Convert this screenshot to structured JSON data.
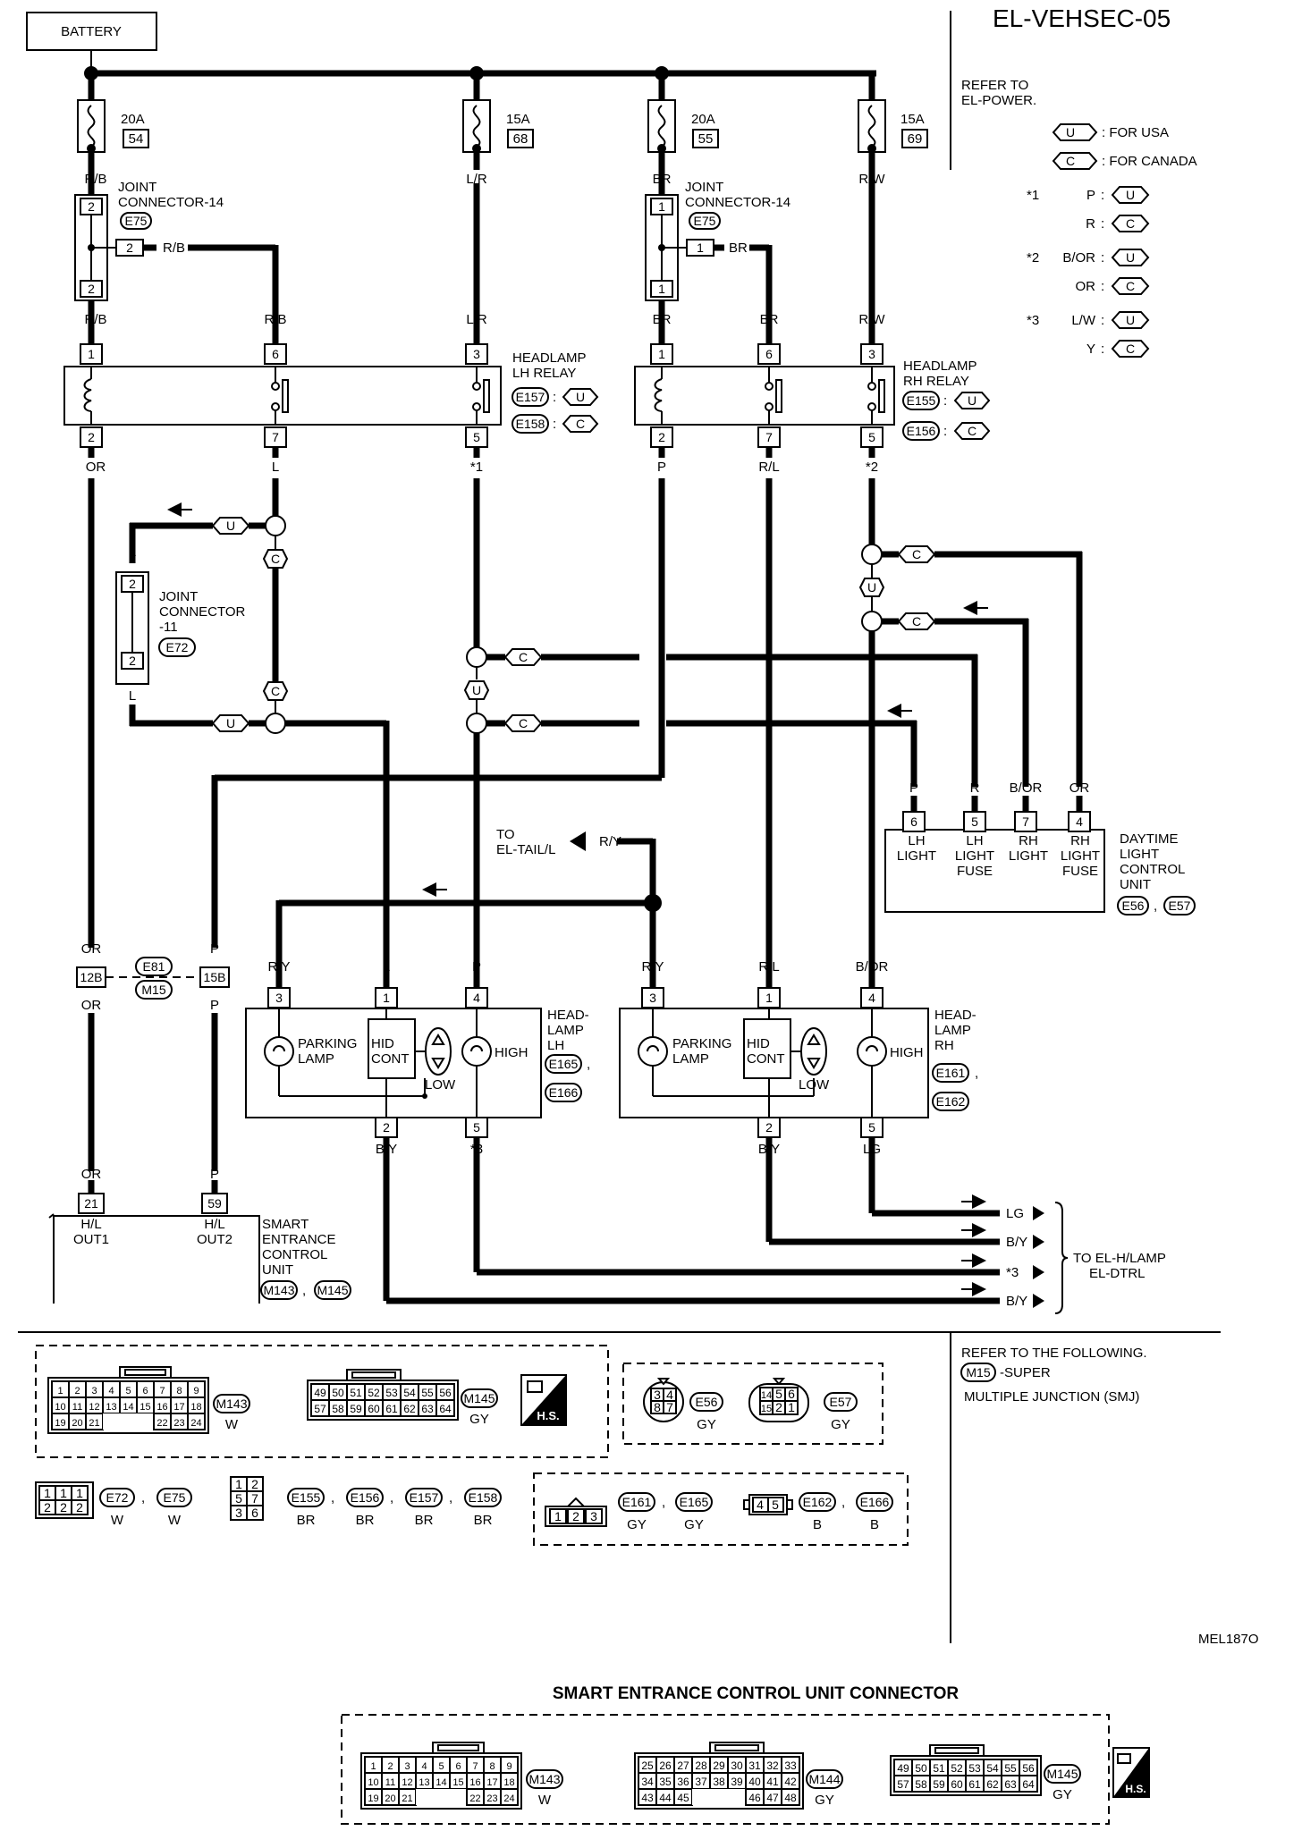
{
  "header": {
    "page_code": "EL-VEHSEC-05",
    "refer_to": [
      "REFER TO",
      "EL-POWER."
    ],
    "figure_id": "MEL187O"
  },
  "legend": {
    "usa_tag": "U",
    "usa_text": ": FOR USA",
    "canada_tag": "C",
    "canada_text": ": FOR CANADA",
    "notes": [
      {
        "mark": "*1",
        "rows": [
          {
            "color": "P",
            "tag": "U"
          },
          {
            "color": "R",
            "tag": "C"
          }
        ]
      },
      {
        "mark": "*2",
        "rows": [
          {
            "color": "B/OR",
            "tag": "U"
          },
          {
            "color": "OR",
            "tag": "C"
          }
        ]
      },
      {
        "mark": "*3",
        "rows": [
          {
            "color": "L/W",
            "tag": "U"
          },
          {
            "color": "Y",
            "tag": "C"
          }
        ]
      }
    ]
  },
  "battery": {
    "label": "BATTERY"
  },
  "fuses": [
    {
      "amp": "20A",
      "num": "54",
      "out_wire": "R/B"
    },
    {
      "amp": "15A",
      "num": "68",
      "out_wire": "L/R"
    },
    {
      "amp": "20A",
      "num": "55",
      "out_wire": "BR"
    },
    {
      "amp": "15A",
      "num": "69",
      "out_wire": "R/W"
    }
  ],
  "joint_connector_14": {
    "label_1": "JOINT",
    "label_2": "CONNECTOR-14",
    "conn": "E75",
    "left_pins": [
      "2",
      "2",
      "2"
    ],
    "right_pins": [
      "1",
      "1",
      "1"
    ],
    "left_branch_wire": "R/B",
    "right_branch_wire": "BR"
  },
  "relay_lh": {
    "title_1": "HEADLAMP",
    "title_2": "LH RELAY",
    "conn_u": "E157",
    "conn_c": "E158",
    "top_pins": [
      "1",
      "6",
      "3"
    ],
    "bottom_pins": [
      "2",
      "7",
      "5"
    ],
    "top_wires": [
      "R/B",
      "R/B",
      "L/R"
    ],
    "bottom_wires": [
      "OR",
      "L",
      "*1"
    ]
  },
  "relay_rh": {
    "title_1": "HEADLAMP",
    "title_2": "RH RELAY",
    "conn_u": "E155",
    "conn_c": "E156",
    "top_pins": [
      "1",
      "6",
      "3"
    ],
    "bottom_pins": [
      "2",
      "7",
      "5"
    ],
    "top_wires": [
      "BR",
      "BR",
      "R/W"
    ],
    "bottom_wires": [
      "P",
      "R/L",
      "*2"
    ]
  },
  "joint_connector_11": {
    "label_1": "JOINT",
    "label_2": "CONNECTOR",
    "label_3": "-11",
    "conn": "E72",
    "pin_top": "2",
    "pin_bottom": "2",
    "wire": "L"
  },
  "dtrl_unit": {
    "title": [
      "DAYTIME",
      "LIGHT",
      "CONTROL",
      "UNIT"
    ],
    "conns": [
      "E56",
      "E57"
    ],
    "pins": [
      {
        "num": "6",
        "wire": "P",
        "label": [
          "LH",
          "LIGHT"
        ]
      },
      {
        "num": "5",
        "wire": "R",
        "label": [
          "LH",
          "LIGHT",
          "FUSE"
        ]
      },
      {
        "num": "7",
        "wire": "B/OR",
        "label": [
          "RH",
          "LIGHT"
        ]
      },
      {
        "num": "4",
        "wire": "OR",
        "label": [
          "RH",
          "LIGHT",
          "FUSE"
        ]
      }
    ]
  },
  "to_tail": {
    "line1": "TO",
    "line2": "EL-TAIL/L",
    "wire": "R/Y"
  },
  "smj": {
    "conn_top": "E81",
    "conn_bottom": "M15",
    "pins": [
      "12B",
      "15B"
    ],
    "wires_top": [
      "OR",
      "P"
    ],
    "wires_bottom": [
      "OR",
      "P"
    ]
  },
  "headlamp_lh": {
    "title": [
      "HEAD-",
      "LAMP",
      "LH"
    ],
    "conns": [
      "E165",
      "E166"
    ],
    "top_pins": [
      "3",
      "1",
      "4"
    ],
    "top_wires": [
      "R/Y",
      "L",
      "P"
    ],
    "bottom_pins": [
      "2",
      "5"
    ],
    "bottom_wires": [
      "B/Y",
      "*3"
    ],
    "parking": [
      "PARKING",
      "LAMP"
    ],
    "hid": [
      "HID",
      "CONT"
    ],
    "high": "HIGH",
    "low": "LOW"
  },
  "headlamp_rh": {
    "title": [
      "HEAD-",
      "LAMP",
      "RH"
    ],
    "conns": [
      "E161",
      "E162"
    ],
    "top_pins": [
      "3",
      "1",
      "4"
    ],
    "top_wires": [
      "R/Y",
      "R/L",
      "B/OR"
    ],
    "bottom_pins": [
      "2",
      "5"
    ],
    "bottom_wires": [
      "B/Y",
      "LG"
    ],
    "parking": [
      "PARKING",
      "LAMP"
    ],
    "hid": [
      "HID",
      "CONT"
    ],
    "high": "HIGH",
    "low": "LOW"
  },
  "secu": {
    "pins": [
      "21",
      "59"
    ],
    "wires": [
      "OR",
      "P"
    ],
    "pin_labels": [
      [
        "H/L",
        "OUT1"
      ],
      [
        "H/L",
        "OUT2"
      ]
    ],
    "title": [
      "SMART",
      "ENTRANCE",
      "CONTROL",
      "UNIT"
    ],
    "conns": [
      "M143",
      "M145"
    ]
  },
  "outputs": {
    "wires": [
      "LG",
      "B/Y",
      "*3",
      "B/Y"
    ],
    "dest": [
      "TO EL-H/LAMP",
      "EL-DTRL"
    ]
  },
  "refer_following": {
    "line1": "REFER TO THE FOLLOWING.",
    "conn": "M15",
    "line2": "-SUPER",
    "line3": "MULTIPLE JUNCTION (SMJ)"
  },
  "connector_views": {
    "m143": {
      "conn": "M143",
      "color": "W",
      "rows": [
        [
          "1",
          "2",
          "3",
          "4",
          "5",
          "6",
          "7",
          "8",
          "9"
        ],
        [
          "10",
          "11",
          "12",
          "13",
          "14",
          "15",
          "16",
          "17",
          "18"
        ],
        [
          "19",
          "20",
          "21",
          "",
          "",
          "",
          "22",
          "23",
          "24"
        ]
      ]
    },
    "m144": {
      "conn": "M144",
      "color": "GY",
      "rows": [
        [
          "25",
          "26",
          "27",
          "28",
          "29",
          "30",
          "31",
          "32",
          "33"
        ],
        [
          "34",
          "35",
          "36",
          "37",
          "38",
          "39",
          "40",
          "41",
          "42"
        ],
        [
          "43",
          "44",
          "45",
          "",
          "",
          "",
          "46",
          "47",
          "48"
        ]
      ]
    },
    "m145": {
      "conn": "M145",
      "color": "GY",
      "rows": [
        [
          "49",
          "50",
          "51",
          "52",
          "53",
          "54",
          "55",
          "56"
        ],
        [
          "57",
          "58",
          "59",
          "60",
          "61",
          "62",
          "63",
          "64"
        ]
      ]
    },
    "hs": "H.S.",
    "e56": {
      "conn": "E56",
      "color": "GY",
      "pins": [
        "3",
        "4",
        "8",
        "7"
      ]
    },
    "e57": {
      "conn": "E57",
      "color": "GY",
      "pins": [
        "14",
        "5",
        "6",
        "15",
        "2",
        "1"
      ]
    },
    "e72": {
      "conn": "E72",
      "color": "W",
      "pins": [
        "1",
        "1",
        "1",
        "2",
        "2",
        "2"
      ]
    },
    "e75": {
      "conn": "E75",
      "color": "W"
    },
    "relay_conn": {
      "pins": [
        "1",
        "2",
        "5",
        "7",
        "3",
        "6"
      ]
    },
    "e155": {
      "conn": "E155",
      "color": "BR"
    },
    "e156": {
      "conn": "E156",
      "color": "BR"
    },
    "e157": {
      "conn": "E157",
      "color": "BR"
    },
    "e158": {
      "conn": "E158",
      "color": "BR"
    },
    "hl_conn3": {
      "pins": [
        "1",
        "2",
        "3"
      ]
    },
    "e161": {
      "conn": "E161",
      "color": "GY"
    },
    "e165": {
      "conn": "E165",
      "color": "GY"
    },
    "hl_conn2": {
      "pins": [
        "4",
        "5"
      ]
    },
    "e162": {
      "conn": "E162",
      "color": "B"
    },
    "e166": {
      "conn": "E166",
      "color": "B"
    }
  },
  "secu_connector": {
    "title": "SMART ENTRANCE CONTROL UNIT CONNECTOR"
  }
}
